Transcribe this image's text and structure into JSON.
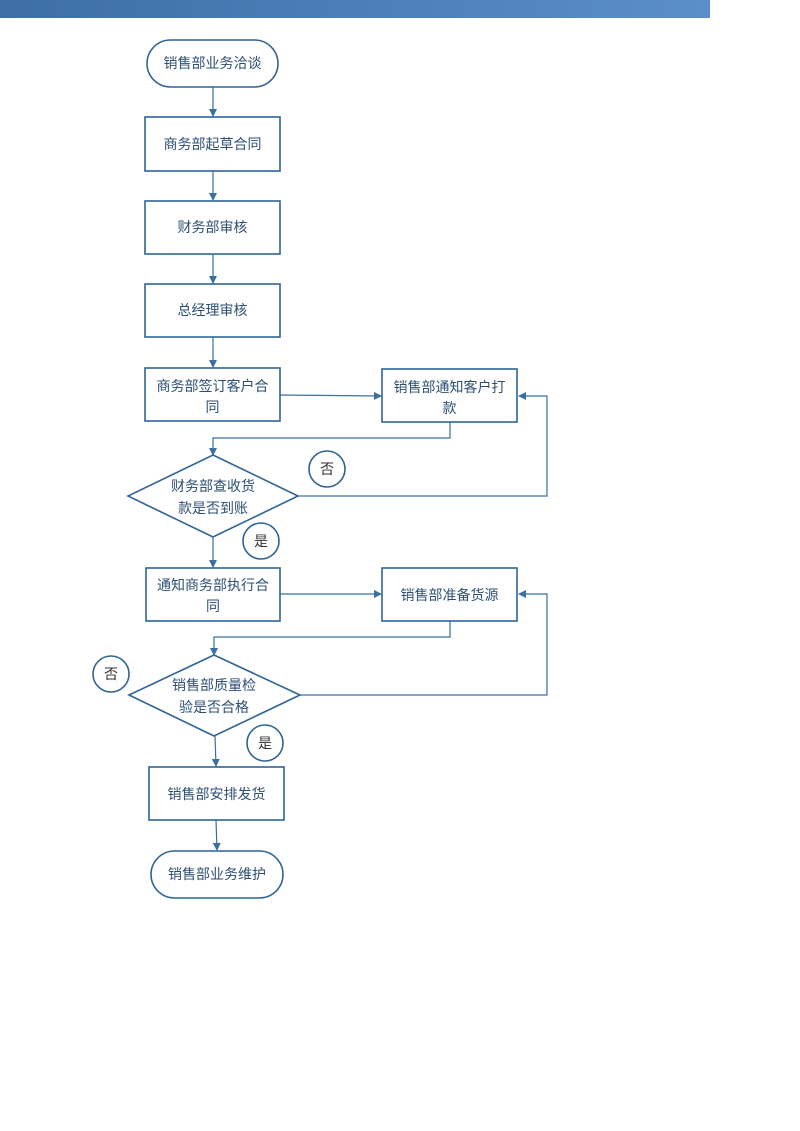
{
  "flow": {
    "start": "销售部业务洽谈",
    "draft": "商务部起草合同",
    "finance_review": "财务部审核",
    "gm_review": "总经理审核",
    "sign_line1": "商务部签订客户合",
    "sign_line2": "同",
    "notify_pay_line1": "销售部通知客户打",
    "notify_pay_line2": "款",
    "check_pay_line1": "财务部查收货",
    "check_pay_line2": "款是否到账",
    "exec_line1": "通知商务部执行合",
    "exec_line2": "同",
    "prepare_goods": "销售部准备货源",
    "qc_line1": "销售部质量检",
    "qc_line2": "验是否合格",
    "ship": "销售部安排发货",
    "end": "销售部业务维护"
  },
  "branches": {
    "no": "否",
    "yes": "是"
  },
  "colors": {
    "header_bar": "#4a7fbf",
    "shape_stroke": "#2f6496",
    "text": "#2d4f73"
  }
}
